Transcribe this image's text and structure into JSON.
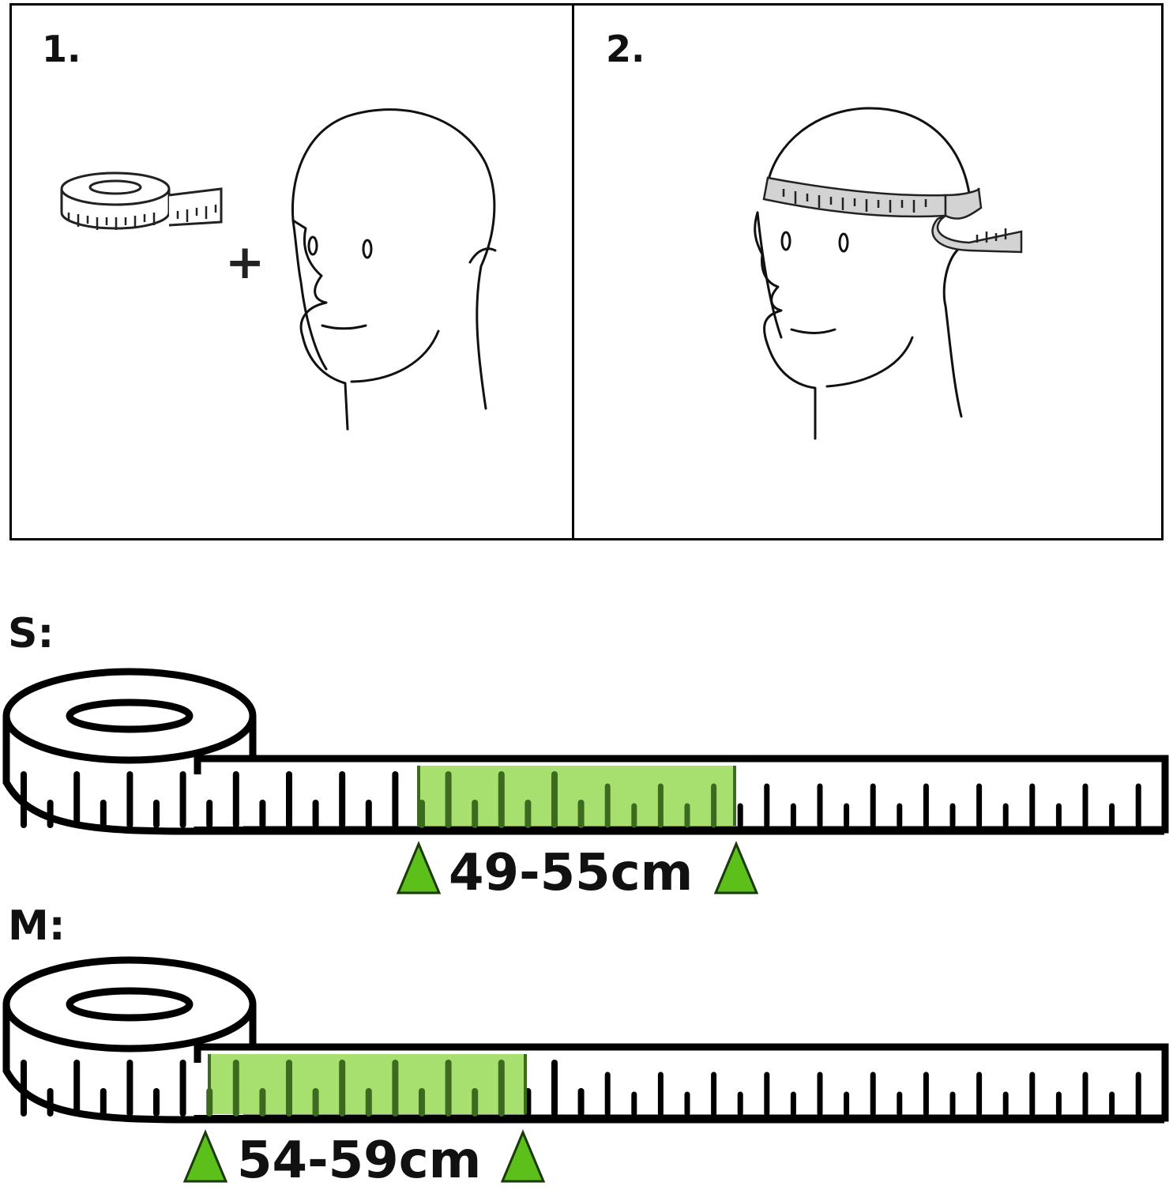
{
  "steps": [
    {
      "number": "1."
    },
    {
      "number": "2."
    }
  ],
  "plus_symbol": "+",
  "sizes": [
    {
      "label": "S:",
      "range": "49-55cm",
      "highlight_color": "#a8e070",
      "marker_color": "#5cbf1a"
    },
    {
      "label": "M:",
      "range": "54-59cm",
      "highlight_color": "#a8e070",
      "marker_color": "#5cbf1a"
    }
  ]
}
